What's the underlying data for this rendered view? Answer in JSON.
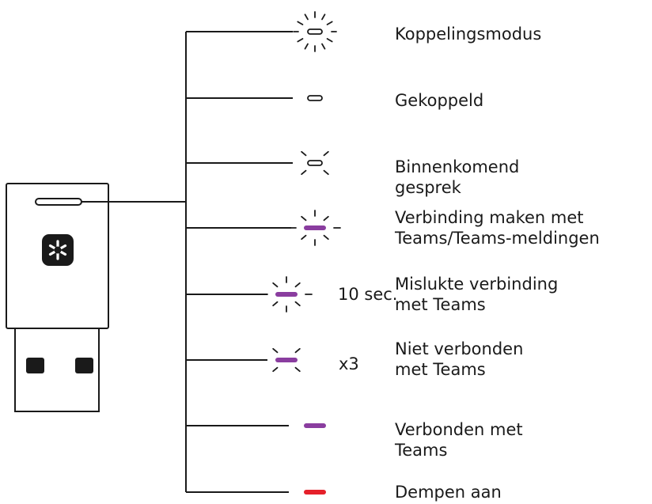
{
  "colors": {
    "line": "#1a1a1a",
    "purple": "#8a3d9f",
    "red": "#e5202a",
    "white_led": "#ffffff",
    "text": "#1a1a1a"
  },
  "states": [
    {
      "label": "Koppelingsmodus",
      "led_color": "white",
      "pattern": "fast-blink",
      "suffix": ""
    },
    {
      "label": "Gekoppeld",
      "led_color": "white",
      "pattern": "solid",
      "suffix": ""
    },
    {
      "label": "Binnenkomend gesprek",
      "led_color": "white",
      "pattern": "blink",
      "suffix": ""
    },
    {
      "label": "Verbinding maken met Teams/Teams-meldingen",
      "led_color": "purple",
      "pattern": "pulse",
      "suffix": ""
    },
    {
      "label": "Mislukte verbinding met Teams",
      "led_color": "purple",
      "pattern": "pulse",
      "suffix": "10 sec."
    },
    {
      "label": "Niet verbonden met Teams",
      "led_color": "purple",
      "pattern": "blink",
      "suffix": "x3"
    },
    {
      "label": "Verbonden met Teams",
      "led_color": "purple",
      "pattern": "solid",
      "suffix": ""
    },
    {
      "label": "Dempen aan",
      "led_color": "red",
      "pattern": "solid",
      "suffix": ""
    }
  ],
  "labels": {
    "s0": "Koppelingsmodus",
    "s1": "Gekoppeld",
    "s2a": "Binnenkomend",
    "s2b": "gesprek",
    "s3a": "Verbinding maken met",
    "s3b": "Teams/Teams-meldingen",
    "s4a": "Mislukte verbinding",
    "s4b": "met Teams",
    "s4suffix": "10 sec.",
    "s5a": "Niet verbonden",
    "s5b": "met Teams",
    "s5suffix": "x3",
    "s6a": "Verbonden met",
    "s6b": "Teams",
    "s7": "Dempen aan"
  },
  "device": {
    "name": "usb-receiver",
    "icon": "teams-asterisk-icon"
  }
}
